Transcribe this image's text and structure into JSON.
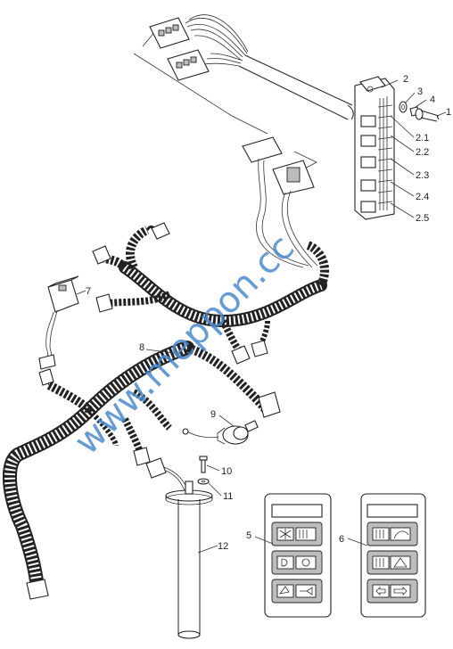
{
  "callouts": {
    "c1": "1",
    "c2": "2",
    "c3": "3",
    "c4": "4",
    "c21": "2.1",
    "c22": "2.2",
    "c23": "2.3",
    "c24": "2.4",
    "c25": "2.5",
    "c5": "5",
    "c6": "6",
    "c7": "7",
    "c8": "8",
    "c9": "9",
    "c10": "10",
    "c11": "11",
    "c12": "12"
  },
  "watermark": "www.meppon.cc",
  "icons": {
    "panel5": [
      "hazard-grid-icon",
      "headlight-icon",
      "horn-icon"
    ],
    "panel6": [
      "wiper-icon",
      "warning-triangle-icon",
      "turn-signal-icon"
    ]
  }
}
